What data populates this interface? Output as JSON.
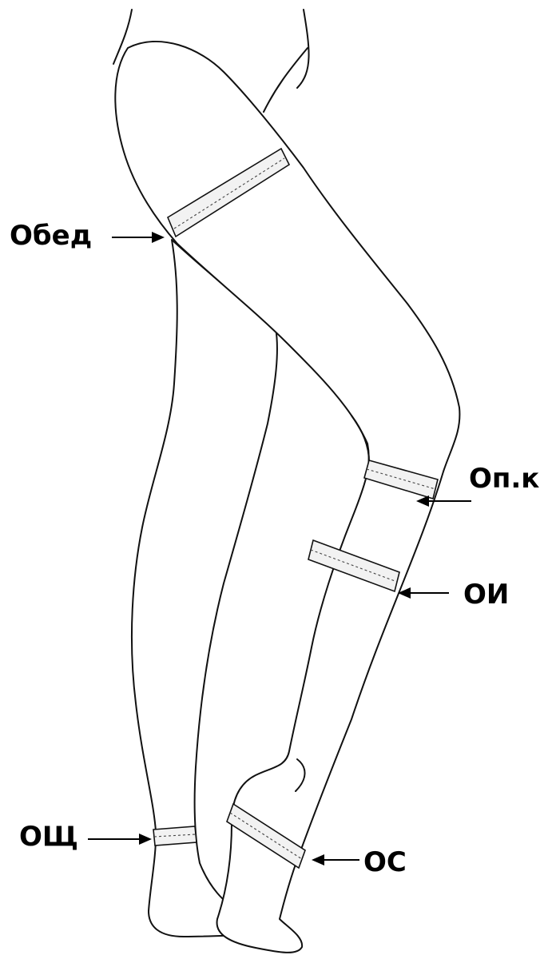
{
  "labels": {
    "thigh": "Обед",
    "knee": "Оп.к",
    "calf": "ОИ",
    "ankle": "ОЩ",
    "instep": "ОС"
  },
  "colors": {
    "line": "#111111",
    "background": "#ffffff",
    "tape": "#f2f2f2"
  }
}
